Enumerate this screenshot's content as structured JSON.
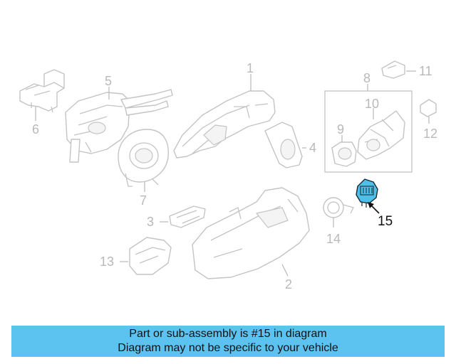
{
  "diagram": {
    "highlight_color": "#4dbfe9",
    "banner_color": "#5cc2ef",
    "callouts": [
      {
        "id": "1",
        "label": "1"
      },
      {
        "id": "2",
        "label": "2"
      },
      {
        "id": "3",
        "label": "3"
      },
      {
        "id": "4",
        "label": "4"
      },
      {
        "id": "5",
        "label": "5"
      },
      {
        "id": "6",
        "label": "6"
      },
      {
        "id": "7",
        "label": "7"
      },
      {
        "id": "8",
        "label": "8"
      },
      {
        "id": "9",
        "label": "9"
      },
      {
        "id": "10",
        "label": "10"
      },
      {
        "id": "11",
        "label": "11"
      },
      {
        "id": "12",
        "label": "12"
      },
      {
        "id": "13",
        "label": "13"
      },
      {
        "id": "14",
        "label": "14"
      },
      {
        "id": "15",
        "label": "15",
        "highlighted": true
      }
    ]
  },
  "banner": {
    "line1": "Part or sub-assembly is #15 in diagram",
    "line2": "Diagram may not be specific to your vehicle"
  }
}
